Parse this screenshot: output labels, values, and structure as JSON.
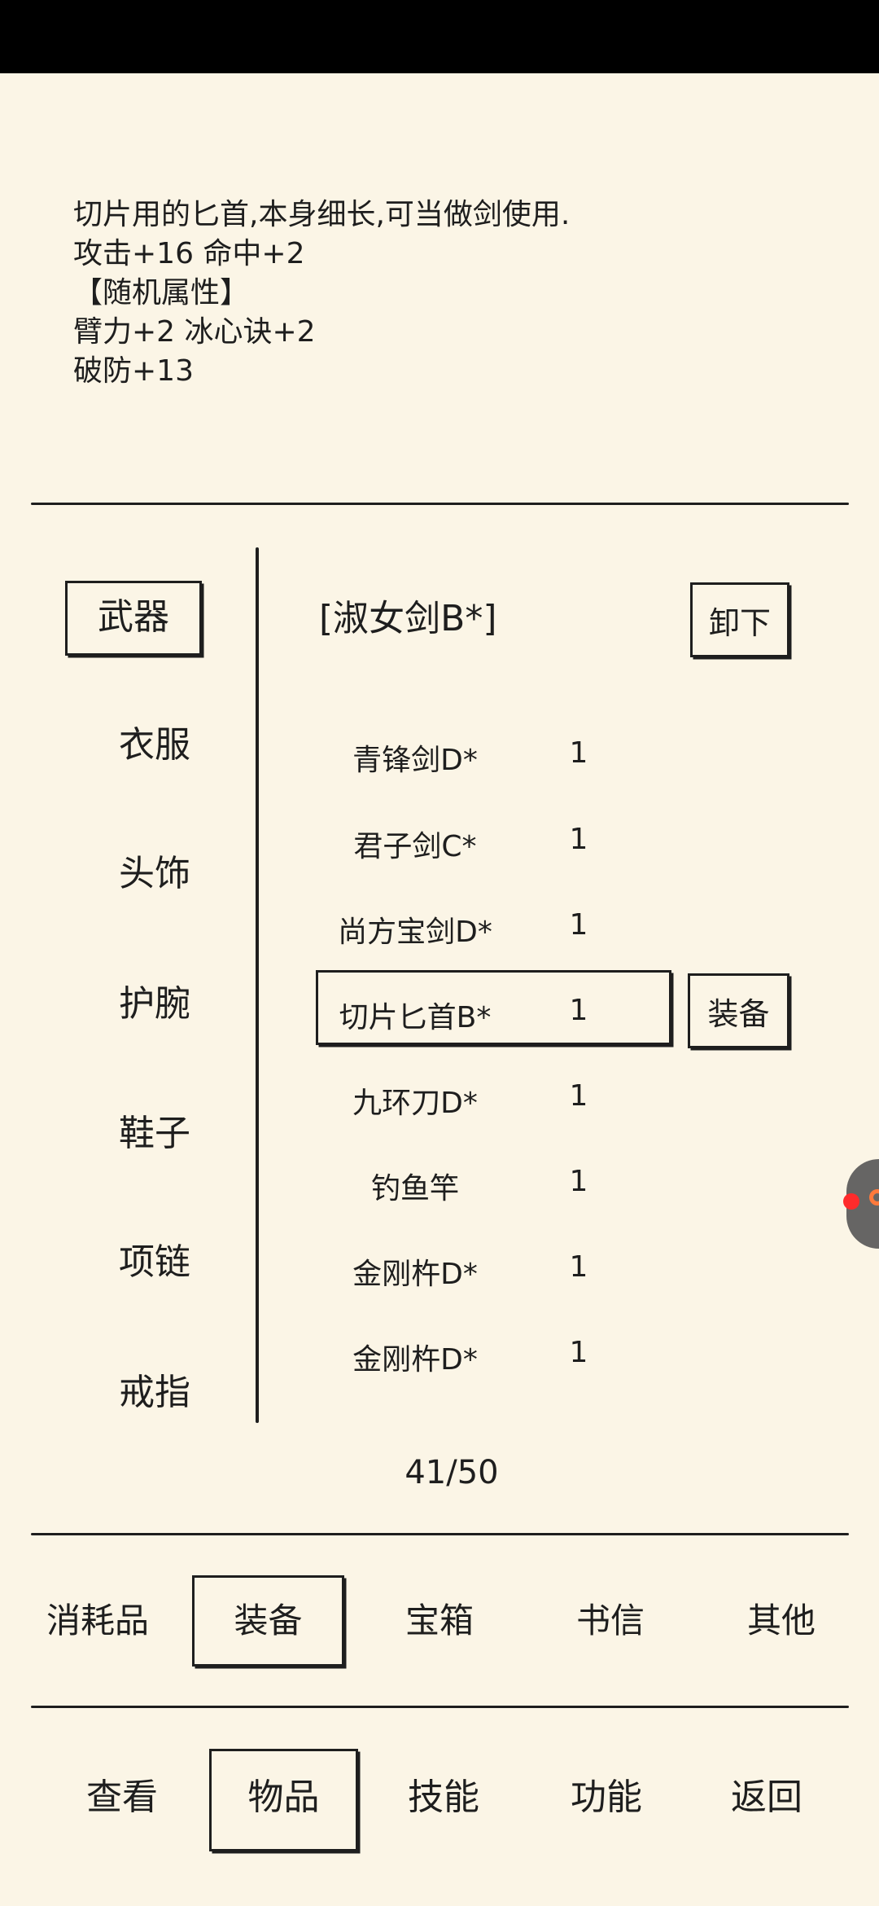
{
  "description": {
    "lines": [
      "切片用的匕首,本身细长,可当做剑使用.",
      "攻击+16 命中+2",
      "【随机属性】",
      "臂力+2 冰心诀+2",
      "破防+13"
    ]
  },
  "categories": [
    {
      "label": "武器",
      "selected": true
    },
    {
      "label": "衣服"
    },
    {
      "label": "头饰"
    },
    {
      "label": "护腕"
    },
    {
      "label": "鞋子"
    },
    {
      "label": "项链"
    },
    {
      "label": "戒指"
    }
  ],
  "equipped": {
    "name": "[淑女剑B*]",
    "unequip_label": "卸下"
  },
  "items": [
    {
      "name": "青锋剑D*",
      "qty": "1"
    },
    {
      "name": "君子剑C*",
      "qty": "1"
    },
    {
      "name": "尚方宝剑D*",
      "qty": "1"
    },
    {
      "name": "切片匕首B*",
      "qty": "1",
      "selected": true
    },
    {
      "name": "九环刀D*",
      "qty": "1"
    },
    {
      "name": "钓鱼竿",
      "qty": "1"
    },
    {
      "name": "金刚杵D*",
      "qty": "1"
    },
    {
      "name": "金刚杵D*",
      "qty": "1"
    }
  ],
  "equip_label": "装备",
  "counter": "41/50",
  "tabs": [
    {
      "label": "消耗品"
    },
    {
      "label": "装备",
      "selected": true
    },
    {
      "label": "宝箱"
    },
    {
      "label": "书信"
    },
    {
      "label": "其他"
    }
  ],
  "bottom_nav": [
    {
      "label": "查看"
    },
    {
      "label": "物品",
      "selected": true
    },
    {
      "label": "技能"
    },
    {
      "label": "功能"
    },
    {
      "label": "返回"
    }
  ],
  "colors": {
    "background": "#fbf5e6",
    "ink": "#1e1e1e",
    "status_bar": "#000000"
  },
  "icons": {
    "floating_assistant": "floating-ball-icon"
  }
}
